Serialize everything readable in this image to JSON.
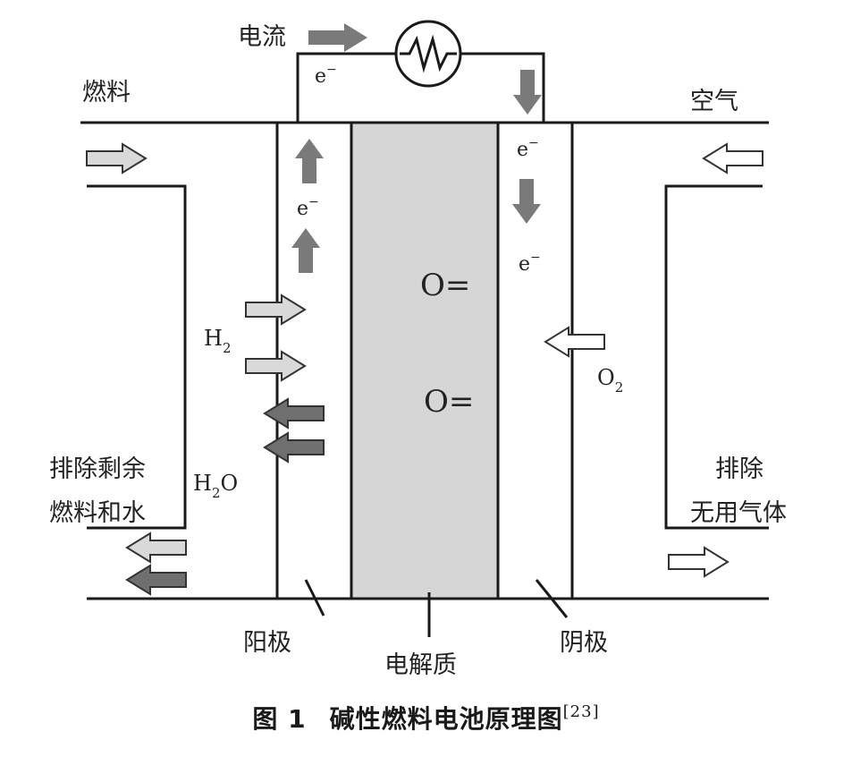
{
  "labels": {
    "current": "电流",
    "fuel": "燃料",
    "air": "空气",
    "electron": "e",
    "electron_sign": "−",
    "h2_main": "H",
    "h2_sub": "2",
    "h2o_h": "H",
    "h2o_sub": "2",
    "h2o_o": "O",
    "o2_main": "O",
    "o2_sub": "2",
    "oxide_ion": "O=",
    "exhaust_fuel_line1": "排除剩余",
    "exhaust_fuel_line2": "燃料和水",
    "exhaust_gas_line1": "排除",
    "exhaust_gas_line2": "无用气体",
    "anode": "阳极",
    "electrolyte": "电解质",
    "cathode": "阴极"
  },
  "caption": {
    "figure_number": "图 1",
    "title": "碱性燃料电池原理图",
    "reference": "[23]"
  },
  "colors": {
    "electrolyte_fill": "#d6d6d6",
    "electron_arrow": "#7a7a7a",
    "line": "#1a1a1a"
  }
}
